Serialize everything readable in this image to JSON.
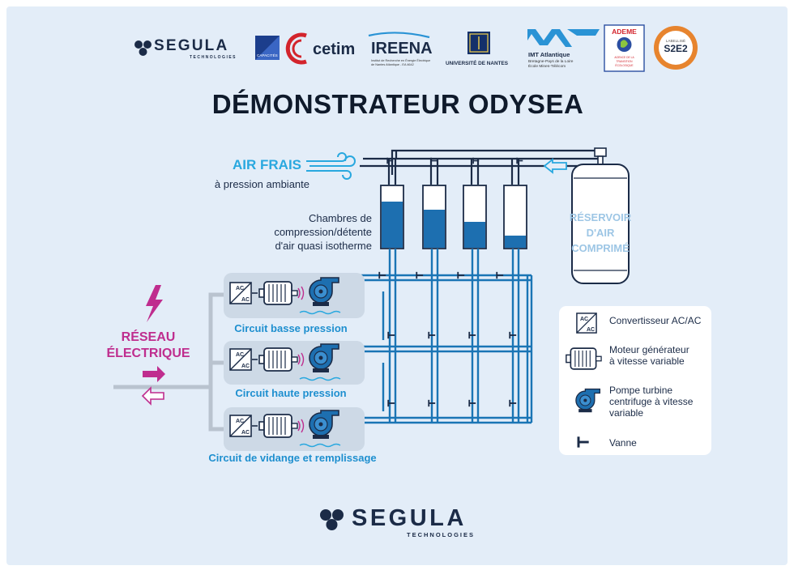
{
  "logos": {
    "segula_name": "SEGULA",
    "segula_sub": "TECHNOLOGIES",
    "capacites": "CAPACITÉS",
    "cetim": "cetim",
    "ireena": "IREENA",
    "ireena_sub1": "Institut de Recherche en Énergie Électrique",
    "ireena_sub2": "de Nantes Atlantique - EA 4642",
    "univ_nantes": "UNIVERSITÉ DE NANTES",
    "imt_title": "IMT Atlantique",
    "imt_sub1": "Bretagne-Pays de la Loire",
    "imt_sub2": "École Mines-Télécom",
    "ademe": "ADEME",
    "ademe_sub1": "AGENCE DE LA",
    "ademe_sub2": "TRANSITION",
    "ademe_sub3": "ÉCOLOGIQUE",
    "label_line1": "LABELLISÉ",
    "label_code": "S2E2"
  },
  "title": "DÉMONSTRATEUR ODYSEA",
  "air": {
    "label": "AIR FRAIS",
    "sub": "à pression ambiante"
  },
  "chambers": {
    "line1": "Chambres de",
    "line2": "compression/détente",
    "line3": "d'air quasi isotherme",
    "levels": [
      0.75,
      0.62,
      0.42,
      0.2
    ]
  },
  "tank": {
    "line1": "RÉSERVOIR",
    "line2": "D'AIR",
    "line3": "COMPRIMÉ"
  },
  "grid": {
    "line1": "RÉSEAU",
    "line2": "ÉLECTRIQUE"
  },
  "circuits": [
    {
      "label": "Circuit basse pression"
    },
    {
      "label": "Circuit haute pression"
    },
    {
      "label": "Circuit de vidange et remplissage"
    }
  ],
  "converter_text": {
    "top": "AC",
    "bottom": "AC"
  },
  "legend": {
    "converter": "Convertisseur AC/AC",
    "motor_1": "Moteur générateur",
    "motor_2": "à vitesse variable",
    "pump_1": "Pompe turbine",
    "pump_2": "centrifuge à vitesse",
    "pump_3": "variable",
    "valve": "Vanne"
  },
  "footer": {
    "name": "SEGULA",
    "sub": "TECHNOLOGIES"
  },
  "colors": {
    "background": "#e3edf8",
    "pipe": "#1a75b5",
    "water": "#1d6fb0",
    "accent_air": "#29a8df",
    "grid_magenta": "#bf2d8e",
    "dark_navy": "#1b2b47",
    "circuit_text": "#1e8fcf"
  }
}
